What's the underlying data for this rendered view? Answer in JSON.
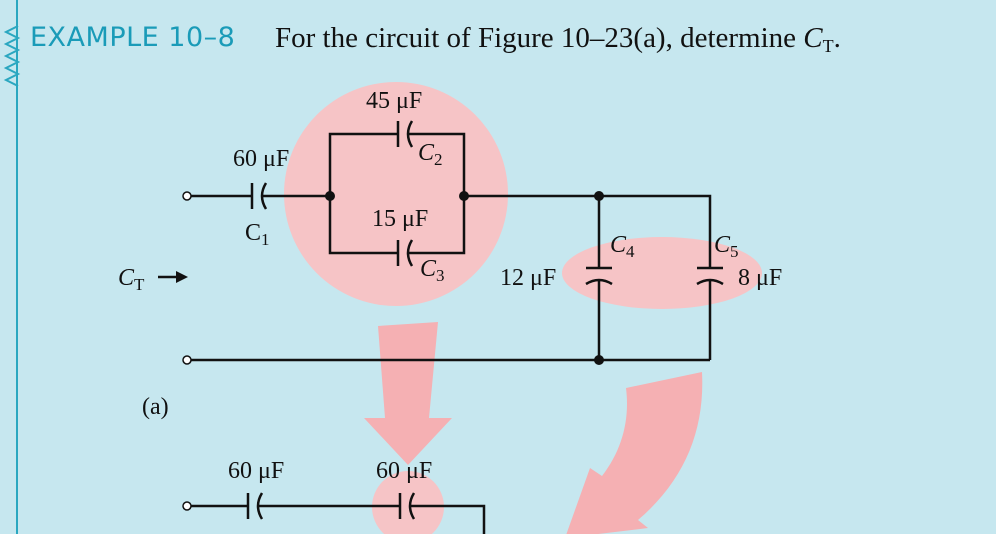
{
  "example": {
    "label": "EXAMPLE 10–8",
    "text_prefix": "For the circuit of Figure 10–23(a), determine ",
    "symbol": "C",
    "symbol_sub": "T",
    "text_suffix": "."
  },
  "figure": {
    "part_label": "(a)",
    "ct_label": "C",
    "ct_sub": "T",
    "c1": {
      "name": "C",
      "sub": "1",
      "value": "60 μF"
    },
    "c2": {
      "name": "C",
      "sub": "2",
      "value": "45 μF"
    },
    "c3": {
      "name": "C",
      "sub": "3",
      "value": "15 μF"
    },
    "c4": {
      "name": "C",
      "sub": "4",
      "value": "12 μF"
    },
    "c5": {
      "name": "C",
      "sub": "5",
      "value": "8 μF"
    },
    "reduced": {
      "left_value": "60 μF",
      "right_value": "60 μF"
    }
  },
  "colors": {
    "background": "#c6e7ef",
    "highlight": "#f6c4c6",
    "arrow": "#f5b0b3",
    "accent": "#1a9bb8",
    "wire": "#111111"
  }
}
